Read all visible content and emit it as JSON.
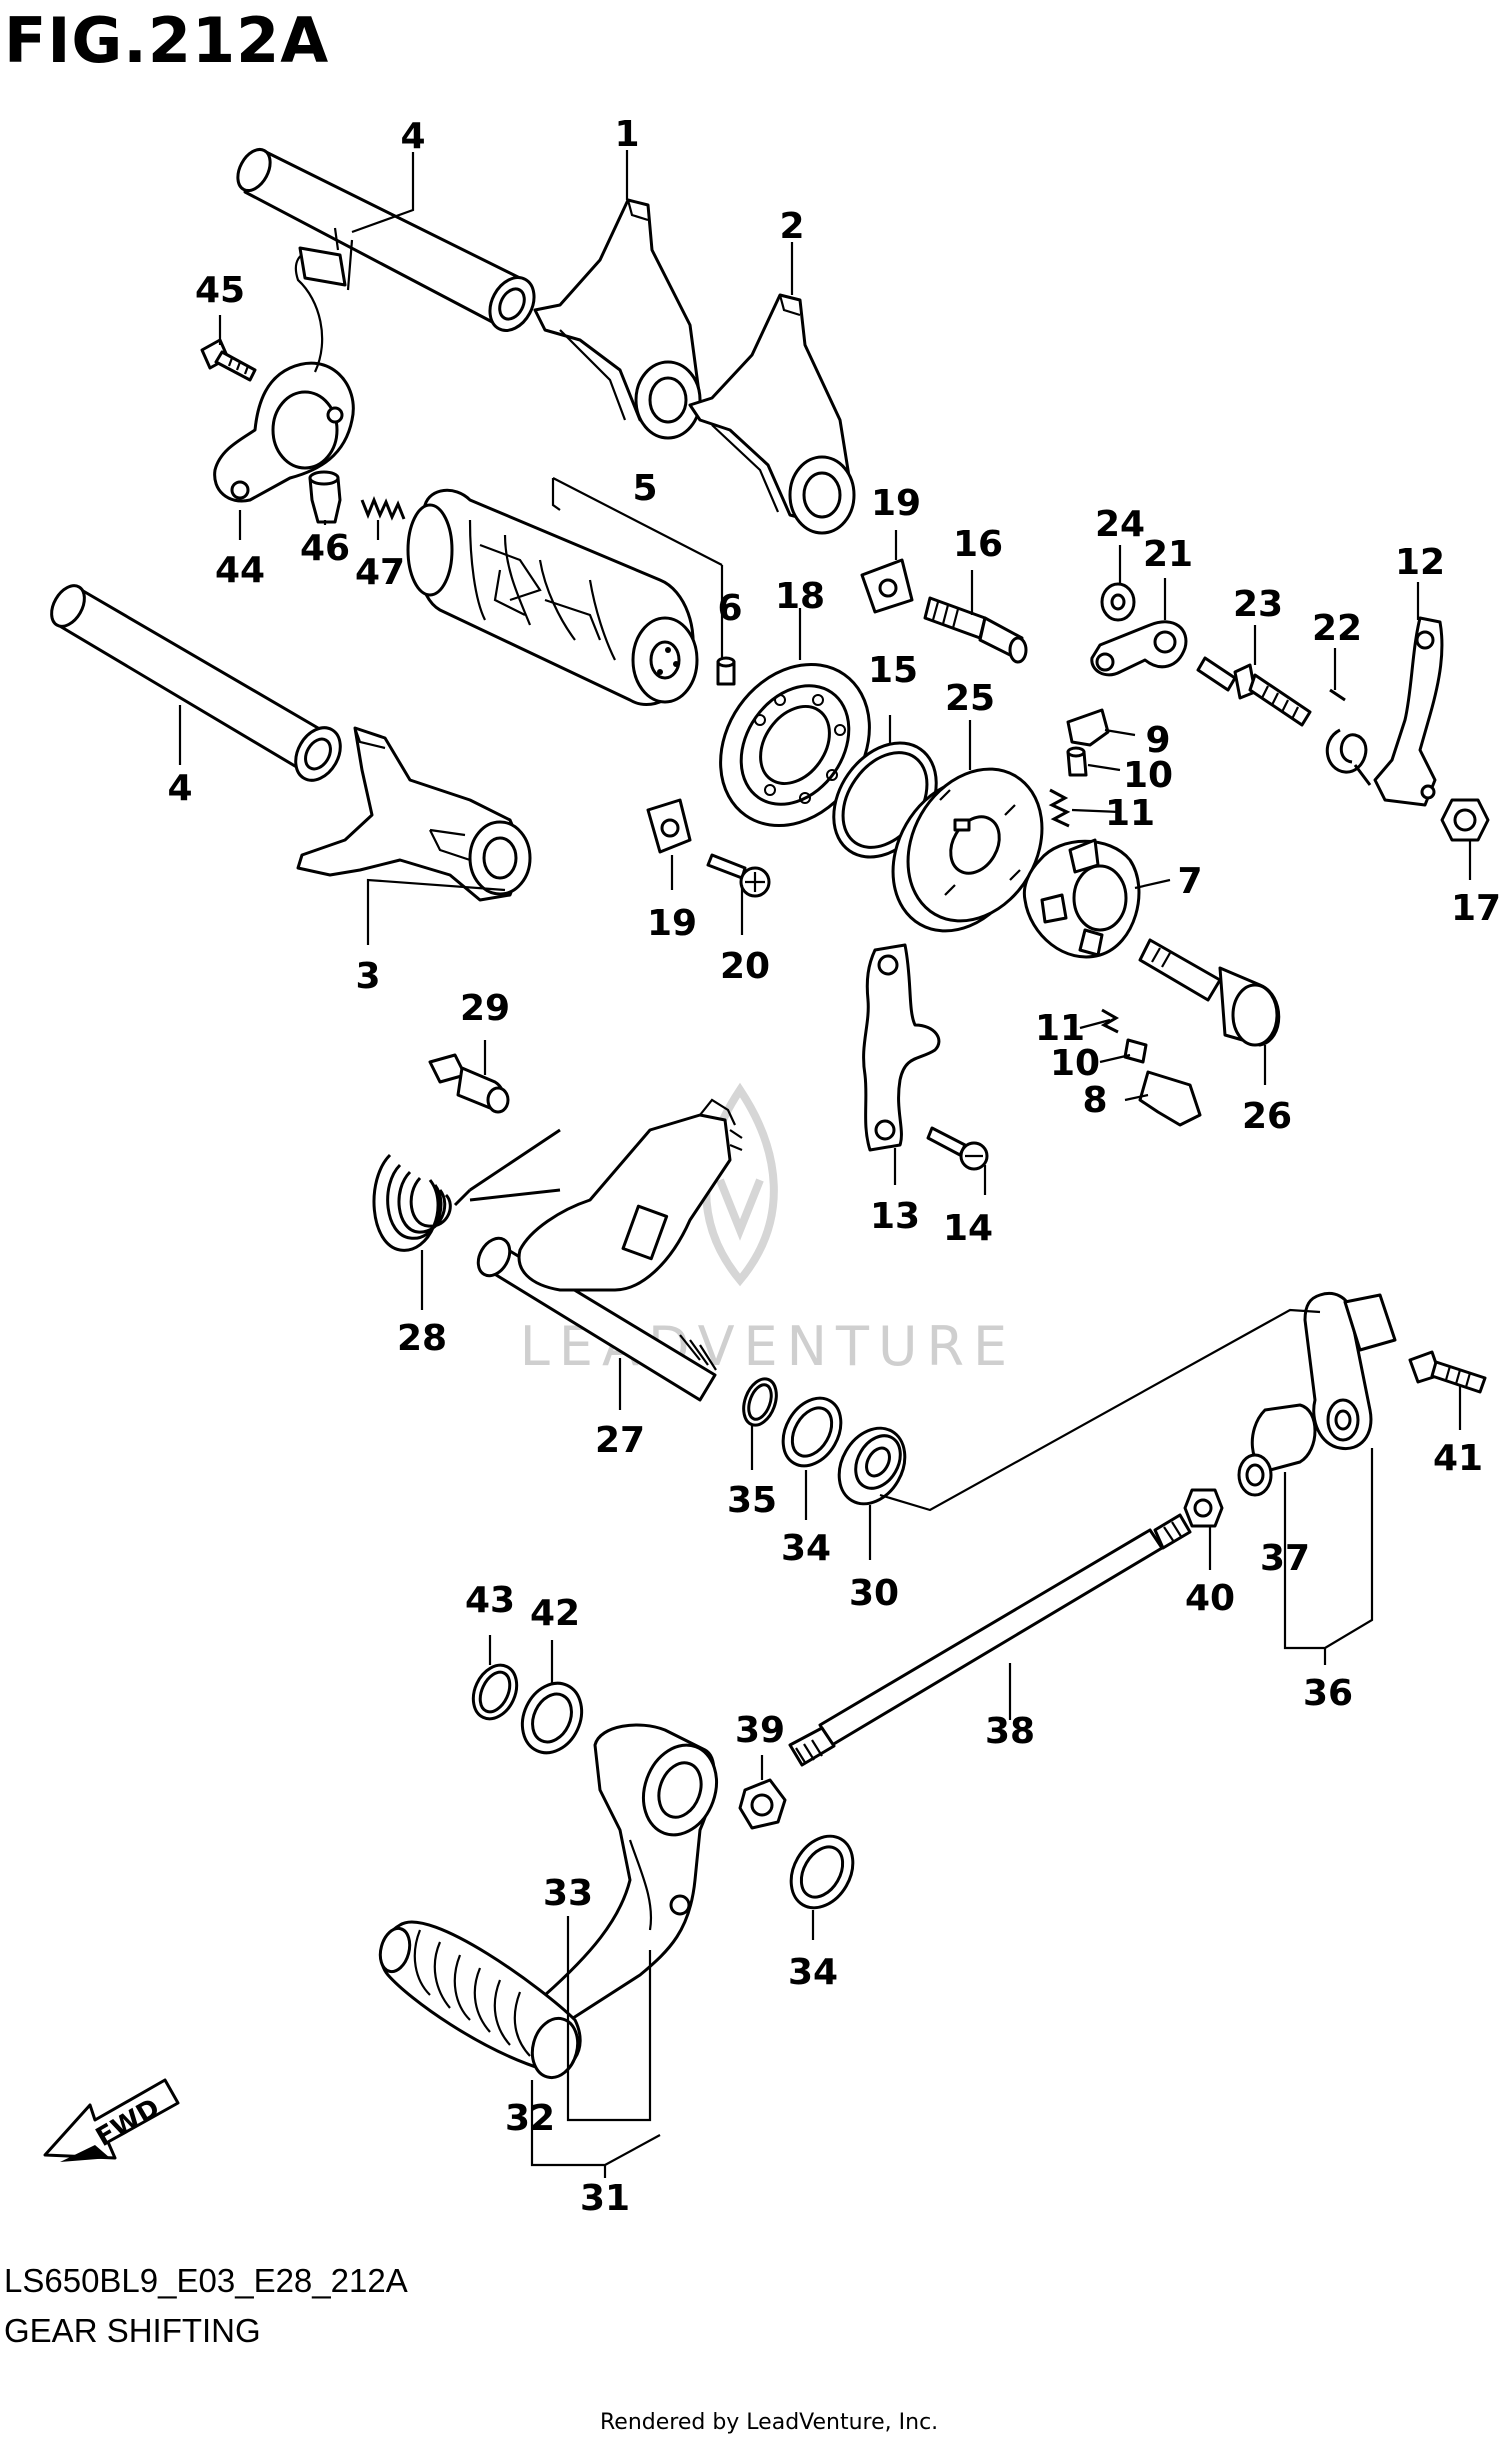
{
  "figure": {
    "title": "FIG.212A",
    "code": "LS650BL9_E03_E28_212A",
    "subtitle": "GEAR SHIFTING",
    "render_credit": "Rendered by LeadVenture, Inc.",
    "watermark": "LEADVENTURE",
    "fwd_label": "FWD"
  },
  "callouts": [
    {
      "id": "1",
      "label": "1"
    },
    {
      "id": "2",
      "label": "2"
    },
    {
      "id": "3",
      "label": "3"
    },
    {
      "id": "4a",
      "label": "4"
    },
    {
      "id": "4b",
      "label": "4"
    },
    {
      "id": "5",
      "label": "5"
    },
    {
      "id": "6",
      "label": "6"
    },
    {
      "id": "7",
      "label": "7"
    },
    {
      "id": "8",
      "label": "8"
    },
    {
      "id": "9",
      "label": "9"
    },
    {
      "id": "10a",
      "label": "10"
    },
    {
      "id": "10b",
      "label": "10"
    },
    {
      "id": "11a",
      "label": "11"
    },
    {
      "id": "11b",
      "label": "11"
    },
    {
      "id": "12",
      "label": "12"
    },
    {
      "id": "13",
      "label": "13"
    },
    {
      "id": "14",
      "label": "14"
    },
    {
      "id": "15",
      "label": "15"
    },
    {
      "id": "16",
      "label": "16"
    },
    {
      "id": "17",
      "label": "17"
    },
    {
      "id": "18",
      "label": "18"
    },
    {
      "id": "19a",
      "label": "19"
    },
    {
      "id": "19b",
      "label": "19"
    },
    {
      "id": "20",
      "label": "20"
    },
    {
      "id": "21",
      "label": "21"
    },
    {
      "id": "22",
      "label": "22"
    },
    {
      "id": "23",
      "label": "23"
    },
    {
      "id": "24",
      "label": "24"
    },
    {
      "id": "25",
      "label": "25"
    },
    {
      "id": "26",
      "label": "26"
    },
    {
      "id": "27",
      "label": "27"
    },
    {
      "id": "28",
      "label": "28"
    },
    {
      "id": "29",
      "label": "29"
    },
    {
      "id": "30",
      "label": "30"
    },
    {
      "id": "31",
      "label": "31"
    },
    {
      "id": "32",
      "label": "32"
    },
    {
      "id": "33",
      "label": "33"
    },
    {
      "id": "34a",
      "label": "34"
    },
    {
      "id": "34b",
      "label": "34"
    },
    {
      "id": "35",
      "label": "35"
    },
    {
      "id": "36",
      "label": "36"
    },
    {
      "id": "37",
      "label": "37"
    },
    {
      "id": "38",
      "label": "38"
    },
    {
      "id": "39",
      "label": "39"
    },
    {
      "id": "40",
      "label": "40"
    },
    {
      "id": "41",
      "label": "41"
    },
    {
      "id": "42",
      "label": "42"
    },
    {
      "id": "43",
      "label": "43"
    },
    {
      "id": "44",
      "label": "44"
    },
    {
      "id": "45",
      "label": "45"
    },
    {
      "id": "46",
      "label": "46"
    },
    {
      "id": "47",
      "label": "47"
    }
  ]
}
